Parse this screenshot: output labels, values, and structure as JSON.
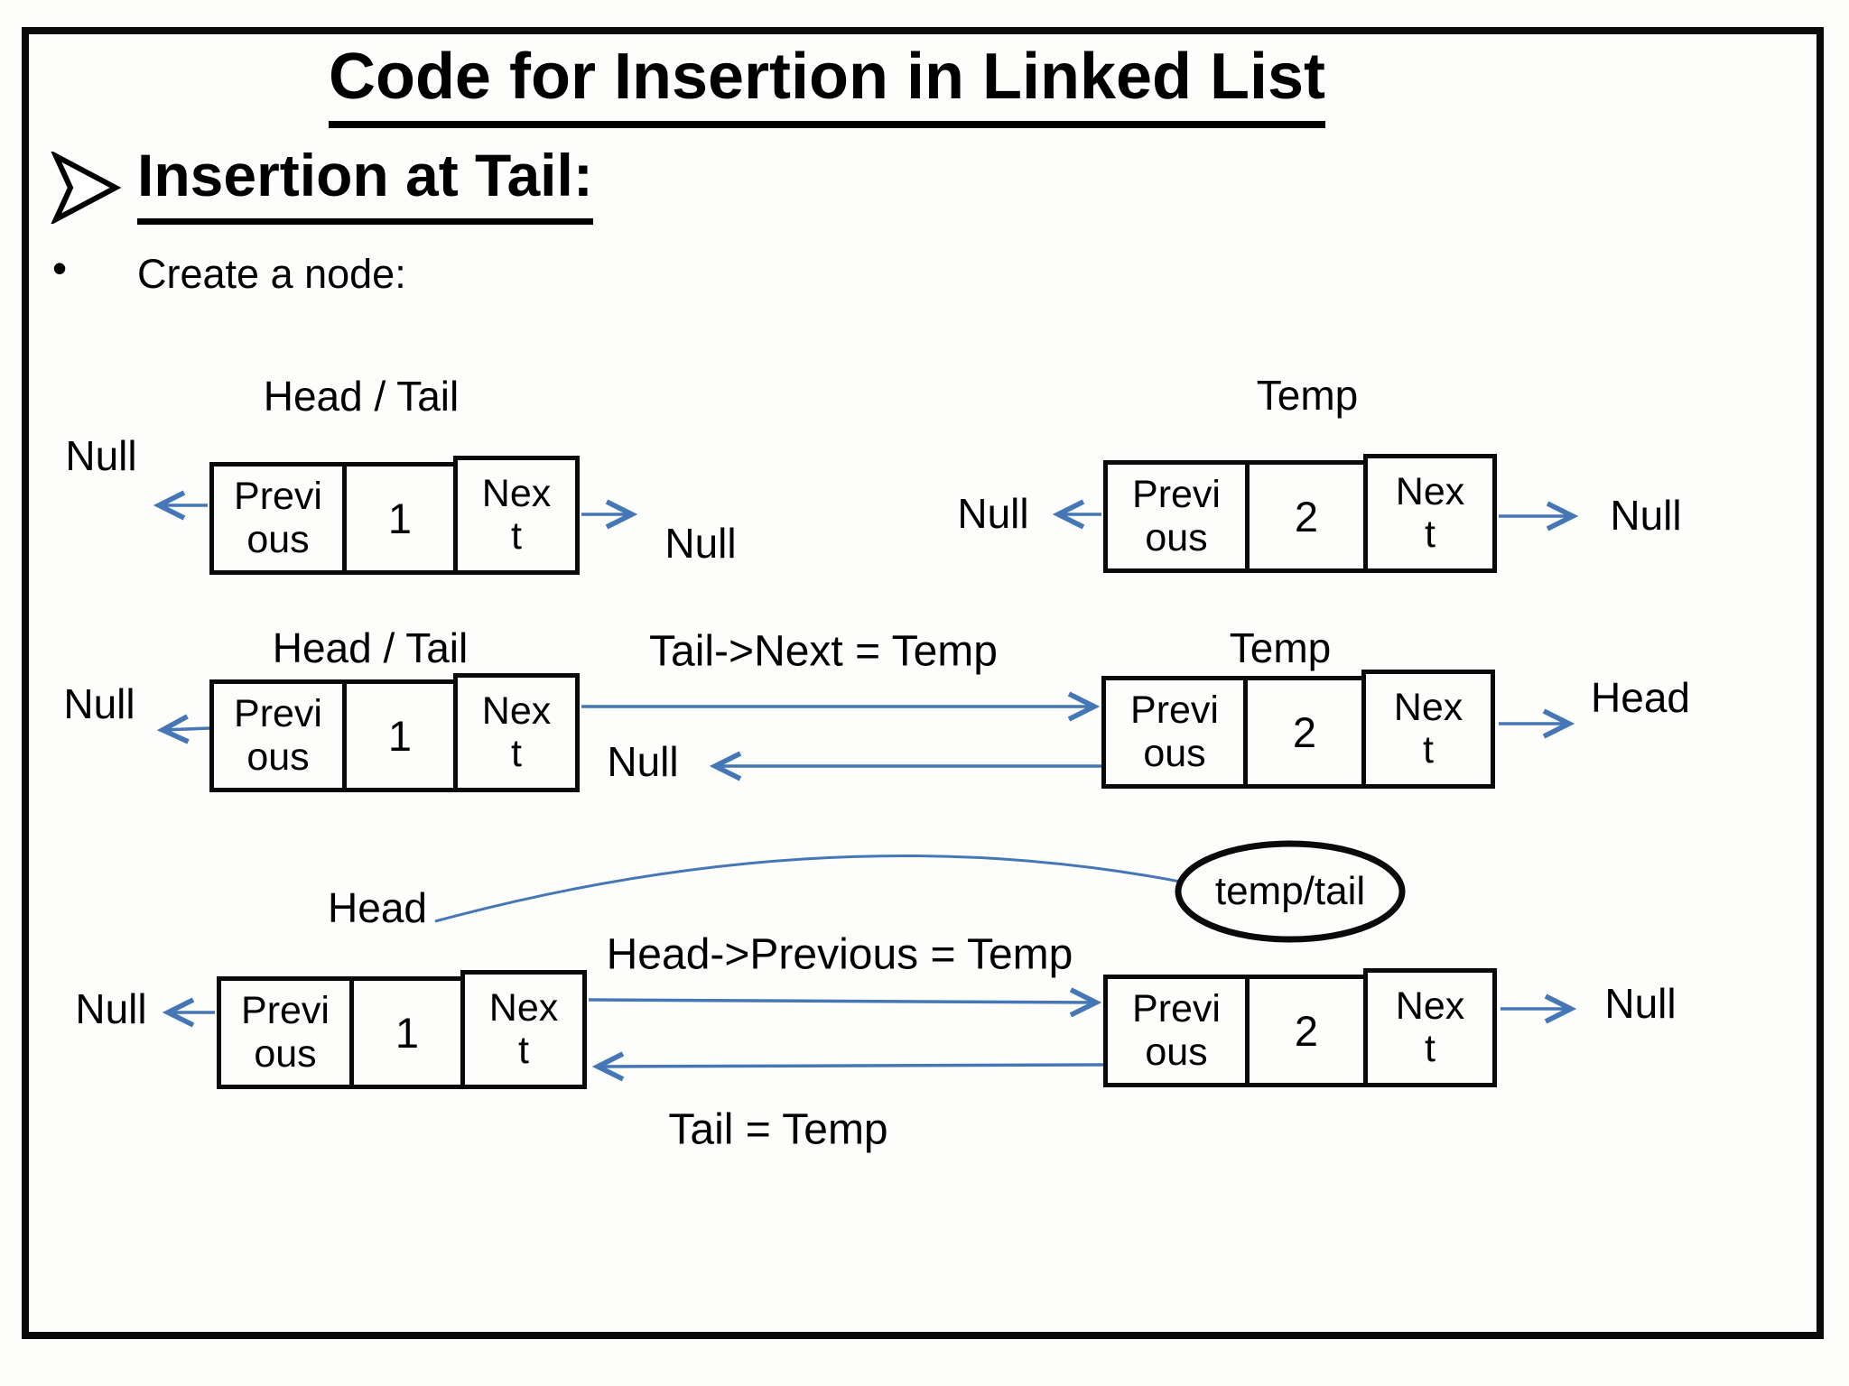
{
  "slide": {
    "title": "Code for Insertion in Linked List",
    "heading": "Insertion at Tail:",
    "bullet_glyph": "•",
    "sub_bullet": "Create a node:",
    "icons": {
      "heading_bullet": "arrowhead-right-outline"
    },
    "colors": {
      "arrow": "#4576b5",
      "ink": "#0a0a0a",
      "background": "#fdfdfc"
    }
  },
  "row1": {
    "left_label": "Head / Tail",
    "right_label": "Temp",
    "left_node": {
      "prev": "Previ\nous",
      "value": "1",
      "next": "Nex\nt"
    },
    "right_node": {
      "prev": "Previ\nous",
      "value": "2",
      "next": "Nex\nt"
    },
    "null_far_left": "Null",
    "null_after_left_node": "Null",
    "null_before_right_node": "Null",
    "null_far_right": "Null"
  },
  "row2": {
    "left_label": "Head / Tail",
    "op_text": "Tail->Next = Temp",
    "right_label": "Temp",
    "left_node": {
      "prev": "Previ\nous",
      "value": "1",
      "next": "Nex\nt"
    },
    "right_node": {
      "prev": "Previ\nous",
      "value": "2",
      "next": "Nex\nt"
    },
    "null_left": "Null",
    "null_mid": "Null",
    "head_right": "Head"
  },
  "row3": {
    "head_label": "Head",
    "ellipse_label": "temp/tail",
    "op_text": "Head->Previous = Temp",
    "assign_text": "Tail = Temp",
    "left_node": {
      "prev": "Previ\nous",
      "value": "1",
      "next": "Nex\nt"
    },
    "right_node": {
      "prev": "Previ\nous",
      "value": "2",
      "next": "Nex\nt"
    },
    "null_left": "Null",
    "null_right": "Null"
  }
}
